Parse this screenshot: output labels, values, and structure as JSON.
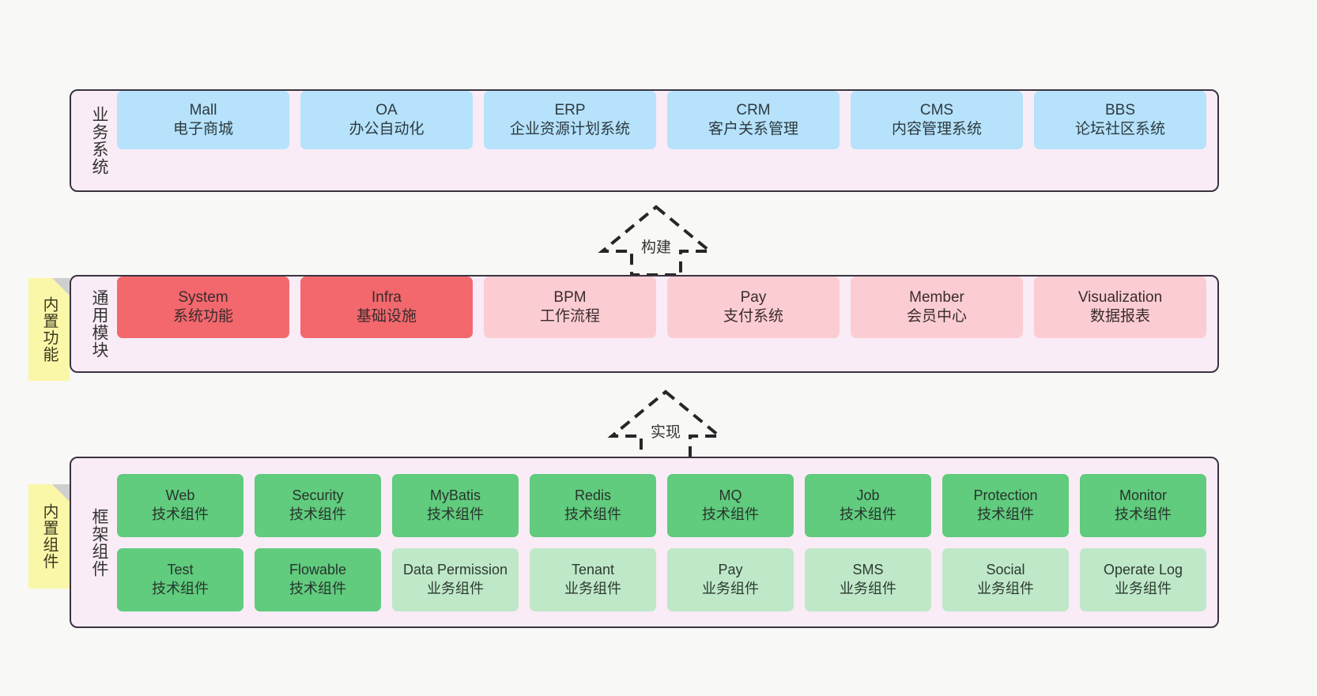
{
  "layers": [
    {
      "key": "business",
      "title": "业务系统",
      "card_style": "blue",
      "cards": [
        {
          "name": "Mall",
          "desc": "电子商城",
          "style": "blue"
        },
        {
          "name": "OA",
          "desc": "办公自动化",
          "style": "blue"
        },
        {
          "name": "ERP",
          "desc": "企业资源计划系统",
          "style": "blue"
        },
        {
          "name": "CRM",
          "desc": "客户关系管理",
          "style": "blue"
        },
        {
          "name": "CMS",
          "desc": "内容管理系统",
          "style": "blue"
        },
        {
          "name": "BBS",
          "desc": "论坛社区系统",
          "style": "blue"
        }
      ]
    },
    {
      "key": "common",
      "title": "通用模块",
      "tab": "内置功能",
      "cards": [
        {
          "name": "System",
          "desc": "系统功能",
          "style": "red"
        },
        {
          "name": "Infra",
          "desc": "基础设施",
          "style": "red"
        },
        {
          "name": "BPM",
          "desc": "工作流程",
          "style": "pink"
        },
        {
          "name": "Pay",
          "desc": "支付系统",
          "style": "pink"
        },
        {
          "name": "Member",
          "desc": "会员中心",
          "style": "pink"
        },
        {
          "name": "Visualization",
          "desc": "数据报表",
          "style": "pink"
        }
      ]
    },
    {
      "key": "framework",
      "title": "框架组件",
      "tab": "内置组件",
      "cards": [
        {
          "name": "Web",
          "desc": "技术组件",
          "style": "green"
        },
        {
          "name": "Security",
          "desc": "技术组件",
          "style": "green"
        },
        {
          "name": "MyBatis",
          "desc": "技术组件",
          "style": "green"
        },
        {
          "name": "Redis",
          "desc": "技术组件",
          "style": "green"
        },
        {
          "name": "MQ",
          "desc": "技术组件",
          "style": "green"
        },
        {
          "name": "Job",
          "desc": "技术组件",
          "style": "green"
        },
        {
          "name": "Protection",
          "desc": "技术组件",
          "style": "green"
        },
        {
          "name": "Monitor",
          "desc": "技术组件",
          "style": "green"
        },
        {
          "name": "Test",
          "desc": "技术组件",
          "style": "green"
        },
        {
          "name": "Flowable",
          "desc": "技术组件",
          "style": "green"
        },
        {
          "name": "Data Permission",
          "desc": "业务组件",
          "style": "lgreen"
        },
        {
          "name": "Tenant",
          "desc": "业务组件",
          "style": "lgreen"
        },
        {
          "name": "Pay",
          "desc": "业务组件",
          "style": "lgreen"
        },
        {
          "name": "SMS",
          "desc": "业务组件",
          "style": "lgreen"
        },
        {
          "name": "Social",
          "desc": "业务组件",
          "style": "lgreen"
        },
        {
          "name": "Operate Log",
          "desc": "业务组件",
          "style": "lgreen"
        }
      ]
    }
  ],
  "arrows": [
    {
      "key": "build",
      "label": "构建"
    },
    {
      "key": "implement",
      "label": "实现"
    }
  ],
  "colors": {
    "canvas_background": "#f8f8f6",
    "layer_background": "#f9ecf6",
    "layer_border": "#3b3340",
    "sticky_note": "#fbf7a8",
    "sticky_fold": "#cfcfcf",
    "blue": "#b6e2fb",
    "red": "#f2686d",
    "pink": "#fbcdd3",
    "green": "#61cb7e",
    "light_green": "#bfe8c8",
    "arrow_stroke": "#262626"
  }
}
